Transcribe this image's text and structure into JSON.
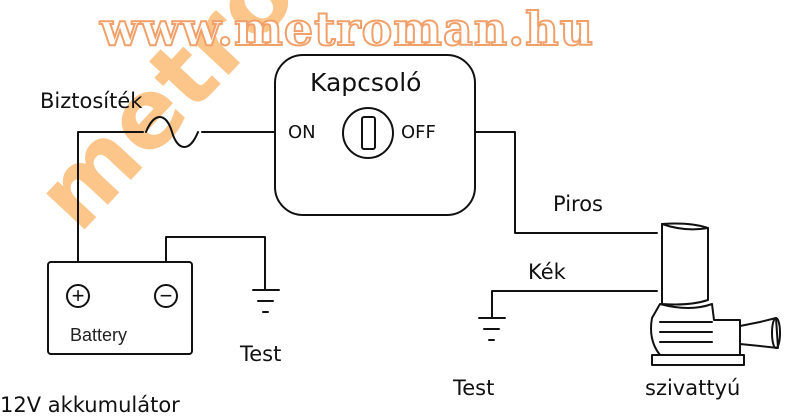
{
  "watermark": "www.metroman.hu",
  "diagonal_watermark": "metroman.hu",
  "labels": {
    "fuse": "Biztosíték",
    "switch": "Kapcsoló",
    "on": "ON",
    "off": "OFF",
    "red_wire": "Piros",
    "blue_wire": "Kék",
    "ground_battery": "Test",
    "ground_pump": "Test",
    "battery_caption": "12V akkumulátor",
    "pump": "szivattyú",
    "battery_text": "Battery",
    "plus": "+",
    "minus": "−"
  },
  "colors": {
    "line": "#111111",
    "watermark_outline": "#f2a06a",
    "diagonal_watermark": "#fa9628"
  }
}
